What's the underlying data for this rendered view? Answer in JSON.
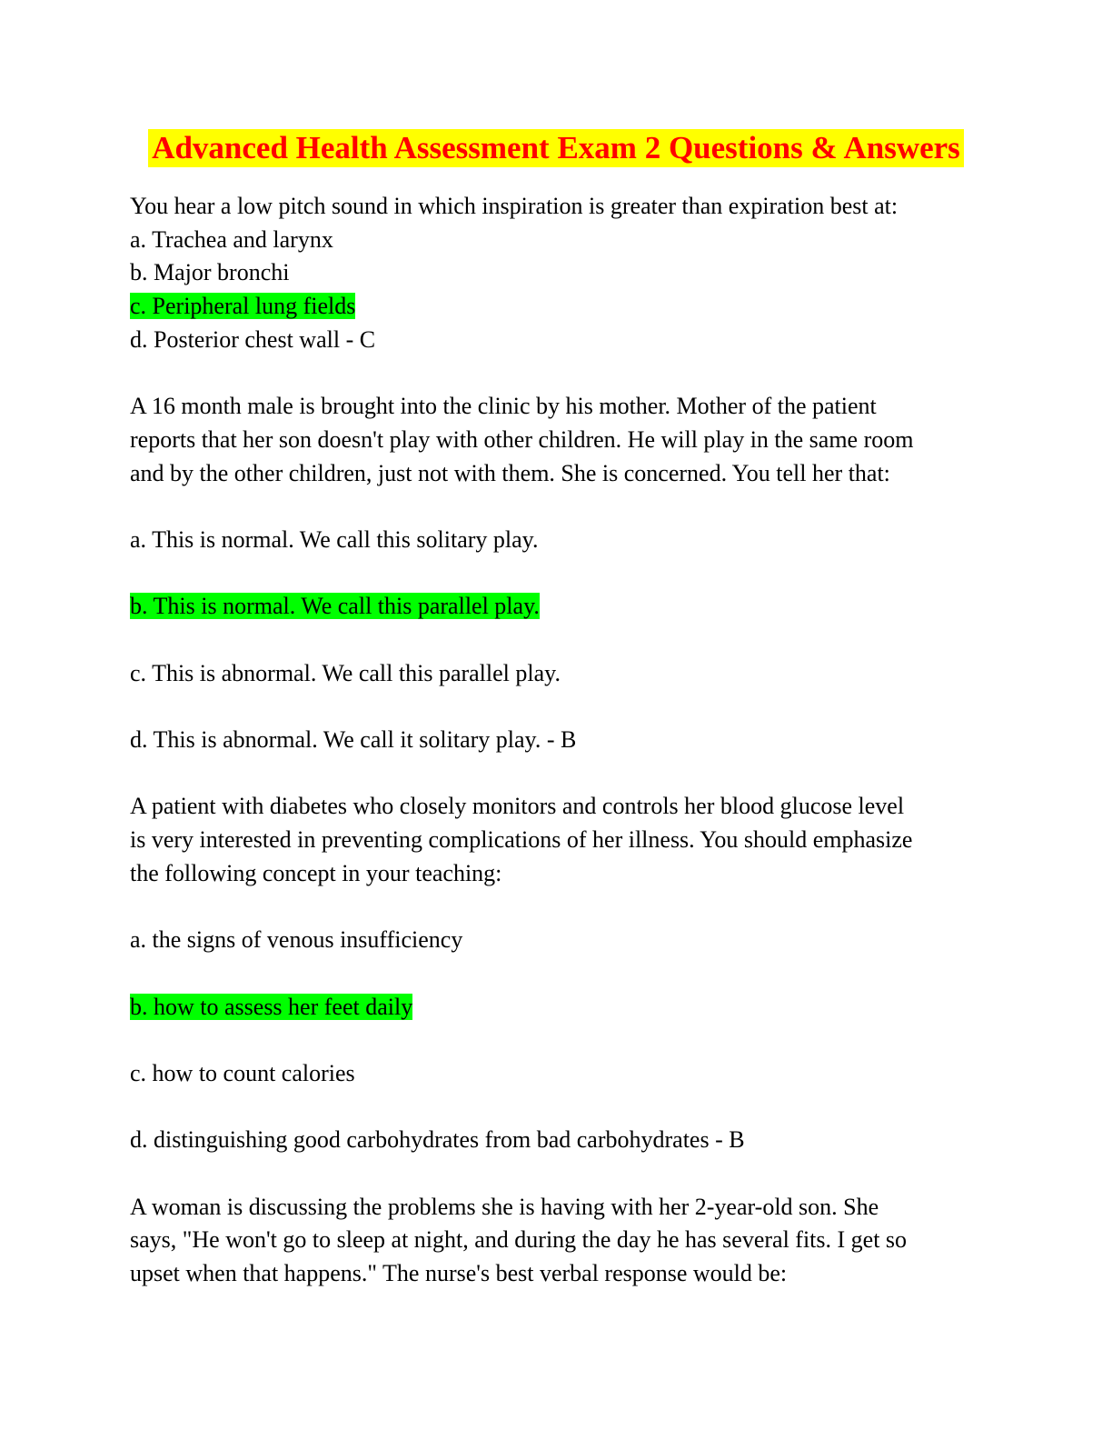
{
  "document": {
    "title": "Advanced Health Assessment Exam 2 Questions & Answers"
  },
  "colors": {
    "title_text": "#ff0000",
    "title_highlight": "#ffff00",
    "answer_highlight": "#00ff00",
    "body_text": "#000000"
  },
  "questions": [
    {
      "stem": [
        "You hear a low pitch sound in which inspiration is greater than expiration best at:"
      ],
      "options": [
        {
          "text": "a. Trachea and larynx",
          "correct": false
        },
        {
          "text": "b. Major bronchi",
          "correct": false
        },
        {
          "text": "c. Peripheral lung fields",
          "correct": true
        },
        {
          "text": "d. Posterior chest wall - C",
          "correct": false
        }
      ]
    },
    {
      "stem": [
        "A 16 month male is brought into the clinic by his mother. Mother of the patient",
        "reports that her son doesn't play with other children. He will play in the same room",
        "and by the other children, just not with them. She is concerned. You tell her that:"
      ],
      "options": [
        {
          "text": "a. This is normal. We call this solitary play.",
          "correct": false
        },
        {
          "text": "b. This is normal. We call this parallel play.",
          "correct": true
        },
        {
          "text": "c. This is abnormal. We call this parallel play.",
          "correct": false
        },
        {
          "text": "d. This is abnormal. We call it solitary play. - B",
          "correct": false
        }
      ]
    },
    {
      "stem": [
        "A patient with diabetes who closely monitors and controls her blood glucose level",
        "is very interested in preventing complications of her illness. You should emphasize",
        "the following concept in your teaching:"
      ],
      "options": [
        {
          "text": "a. the signs of venous insufficiency",
          "correct": false
        },
        {
          "text": "b. how to assess her feet daily",
          "correct": true
        },
        {
          "text": "c. how to count calories",
          "correct": false
        },
        {
          "text": "d. distinguishing good carbohydrates from bad carbohydrates - B",
          "correct": false
        }
      ]
    },
    {
      "stem": [
        "A woman is discussing the problems she is having with her 2-year-old son. She",
        "says, \"He won't go to sleep at night, and during the day he has several fits. I get so",
        "upset when that happens.\" The nurse's best verbal response would be:"
      ],
      "options": []
    }
  ]
}
